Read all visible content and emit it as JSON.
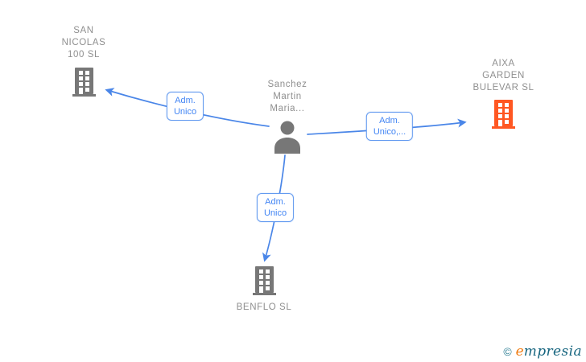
{
  "colors": {
    "edge_blue": "#4a86e8",
    "label_text_blue": "#4285f4",
    "label_border_blue": "#639af0",
    "node_text_gray": "#8f8f8f",
    "icon_gray": "#777777",
    "icon_orange": "#ff5722",
    "logo_copyright_teal": "#2e7f95",
    "logo_orange": "#f07c12",
    "logo_dark_teal": "#16657f"
  },
  "person": {
    "name": "Sanchez\nMartin\nMaria...",
    "icon": "person-icon"
  },
  "companies": [
    {
      "id": "san-nicolas",
      "label": "SAN\nNICOLAS\n100 SL",
      "icon": "building-icon",
      "color": "#777777"
    },
    {
      "id": "aixa-garden",
      "label": "AIXA\nGARDEN\nBULEVAR SL",
      "icon": "building-icon",
      "color": "#ff5722"
    },
    {
      "id": "benflo",
      "label": "BENFLO SL",
      "icon": "building-icon",
      "color": "#777777"
    }
  ],
  "edges": [
    {
      "from": "person",
      "to": "san-nicolas",
      "label": "Adm.\nUnico"
    },
    {
      "from": "person",
      "to": "aixa-garden",
      "label": "Adm.\nUnico,..."
    },
    {
      "from": "person",
      "to": "benflo",
      "label": "Adm.\nUnico"
    }
  ],
  "footer": {
    "copyright": "©",
    "brand_initial": "e",
    "brand_rest": "mpresia"
  }
}
